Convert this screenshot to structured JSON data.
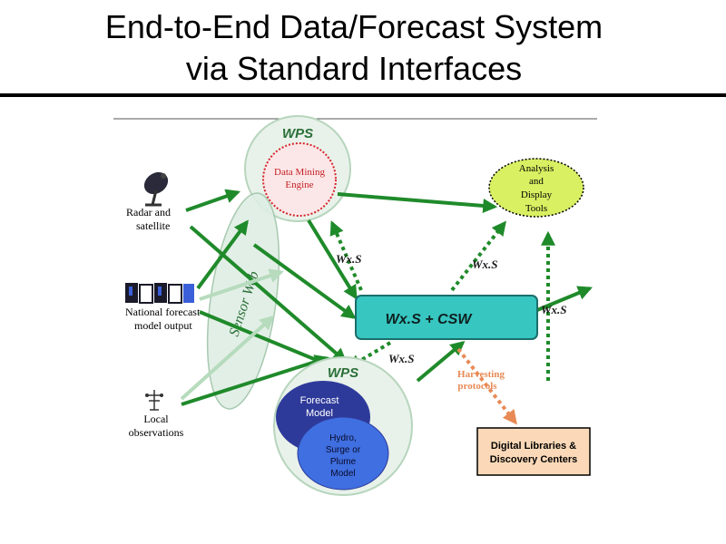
{
  "slide": {
    "title_line1": "End-to-End Data/Forecast System",
    "title_line2": "via Standard Interfaces"
  },
  "diagram": {
    "wps_top": "WPS",
    "data_mining_line1": "Data Mining",
    "data_mining_line2": "Engine",
    "analysis_line1": "Analysis",
    "analysis_line2": "and",
    "analysis_line3": "Display",
    "analysis_line4": "Tools",
    "radar_line1": "Radar and",
    "radar_line2": "satellite",
    "national_line1": "National forecast",
    "national_line2": "model output",
    "local_line1": "Local",
    "local_line2": "observations",
    "sensor_web": "Sensor Web",
    "wxs_left": "Wx.S",
    "wxs_right": "Wx.S",
    "wxs_far_right": "Wx.S",
    "wxs_bottom": "Wx.S",
    "center_box": "Wx.S + CSW",
    "wps_bottom": "WPS",
    "forecast_line1": "Forecast",
    "forecast_line2": "Model",
    "hydro_line1": "Hydro,",
    "hydro_line2": "Surge or",
    "hydro_line3": "Plume",
    "hydro_line4": "Model",
    "harvest_line1": "Harvesting",
    "harvest_line2": "protocols",
    "digital_line1": "Digital Libraries &",
    "digital_line2": "Discovery Centers"
  },
  "colors": {
    "arrow_green": "#1f8a2a",
    "box_teal": "#37c6c0",
    "ellipse_green": "#dfeee4",
    "analysis_fill": "#d8f062",
    "forecast_fill": "#2e3a9a",
    "hydro_fill": "#3f6fe0",
    "digital_fill": "#fbd9b8",
    "harvest_orange": "#e88a55",
    "mining_red": "#d8232a"
  }
}
